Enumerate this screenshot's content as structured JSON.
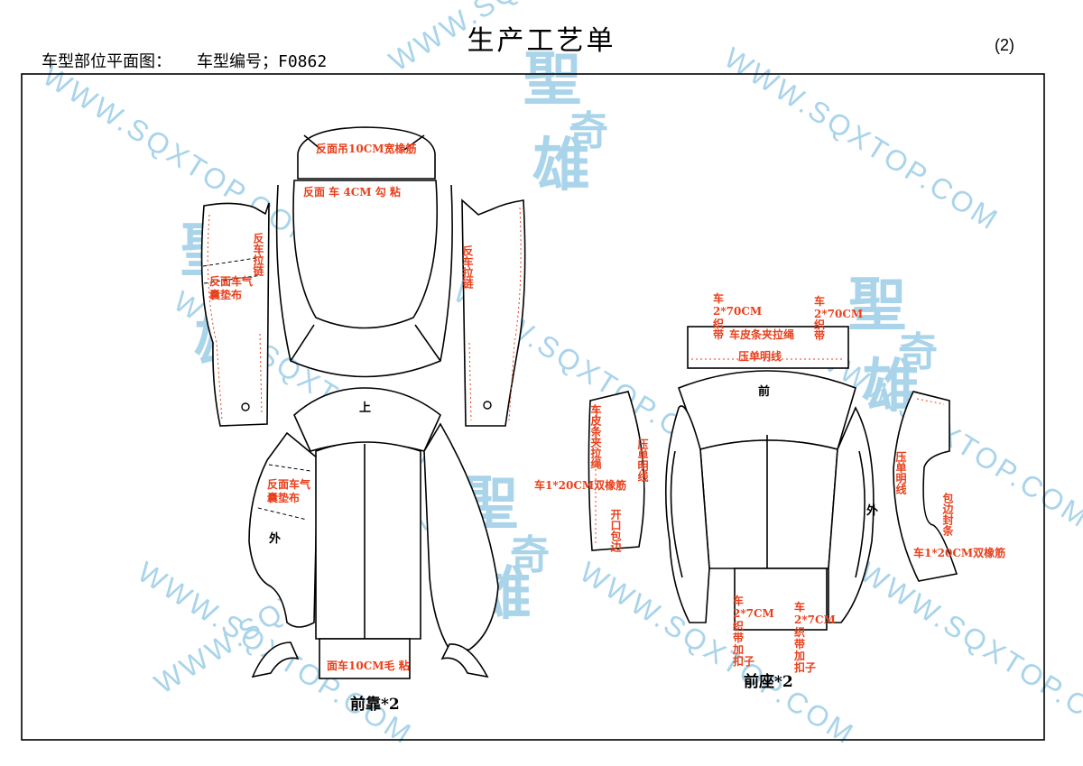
{
  "header": {
    "title": "生产工艺单",
    "page_number": "(2)",
    "section_label": "车型部位平面图：",
    "model_label": "车型编号；F0862"
  },
  "watermark": {
    "url": "WWW.SQXTOP.COM",
    "logo_chars": [
      "聖",
      "奇",
      "雄"
    ]
  },
  "front_back": {
    "caption": "前靠*2",
    "head_label": "反面吊10CM宽橡筋",
    "top_label": "反面 车 4CM 勾 粘",
    "left_zip_label": "反车拉链",
    "right_zip_label": "反车拉链",
    "airbag_upper_label_1": "反面车气",
    "airbag_upper_label_2": "囊垫布",
    "airbag_lower_label_1": "反面车气",
    "airbag_lower_label_2": "囊垫布",
    "upper_mark": "上",
    "outer_mark": "外",
    "bottom_label": "面车10CM毛 粘"
  },
  "front_seat": {
    "caption": "前座*2",
    "strap_left": [
      "车",
      "2*70CM",
      "织",
      "带"
    ],
    "strap_right": [
      "车",
      "2*70CM",
      "织",
      "带"
    ],
    "strap_middle": "车皮条夹拉绳",
    "top_stitch": "压单明线",
    "front_mark": "前",
    "outer_mark": "外",
    "left_piece_label": "车皮条夹拉绳",
    "left_stitch_label": "压单明线",
    "left_elastic_label": "车1*20CM双橡筋",
    "open_edge_label": "开口包边",
    "right_stitch_label": "压单明线",
    "right_trim_label": "包边封条",
    "right_elastic_label": "车1*20CM双橡筋",
    "bottom_strap_left": [
      "车",
      "2*7CM",
      "织",
      "带",
      "加",
      "扣子"
    ],
    "bottom_strap_right": [
      "车",
      "2*7CM",
      "织",
      "带",
      "加",
      "扣子"
    ]
  },
  "colors": {
    "annotation": "#e8401c",
    "watermark": "#a9d4ea",
    "line": "#000000"
  }
}
